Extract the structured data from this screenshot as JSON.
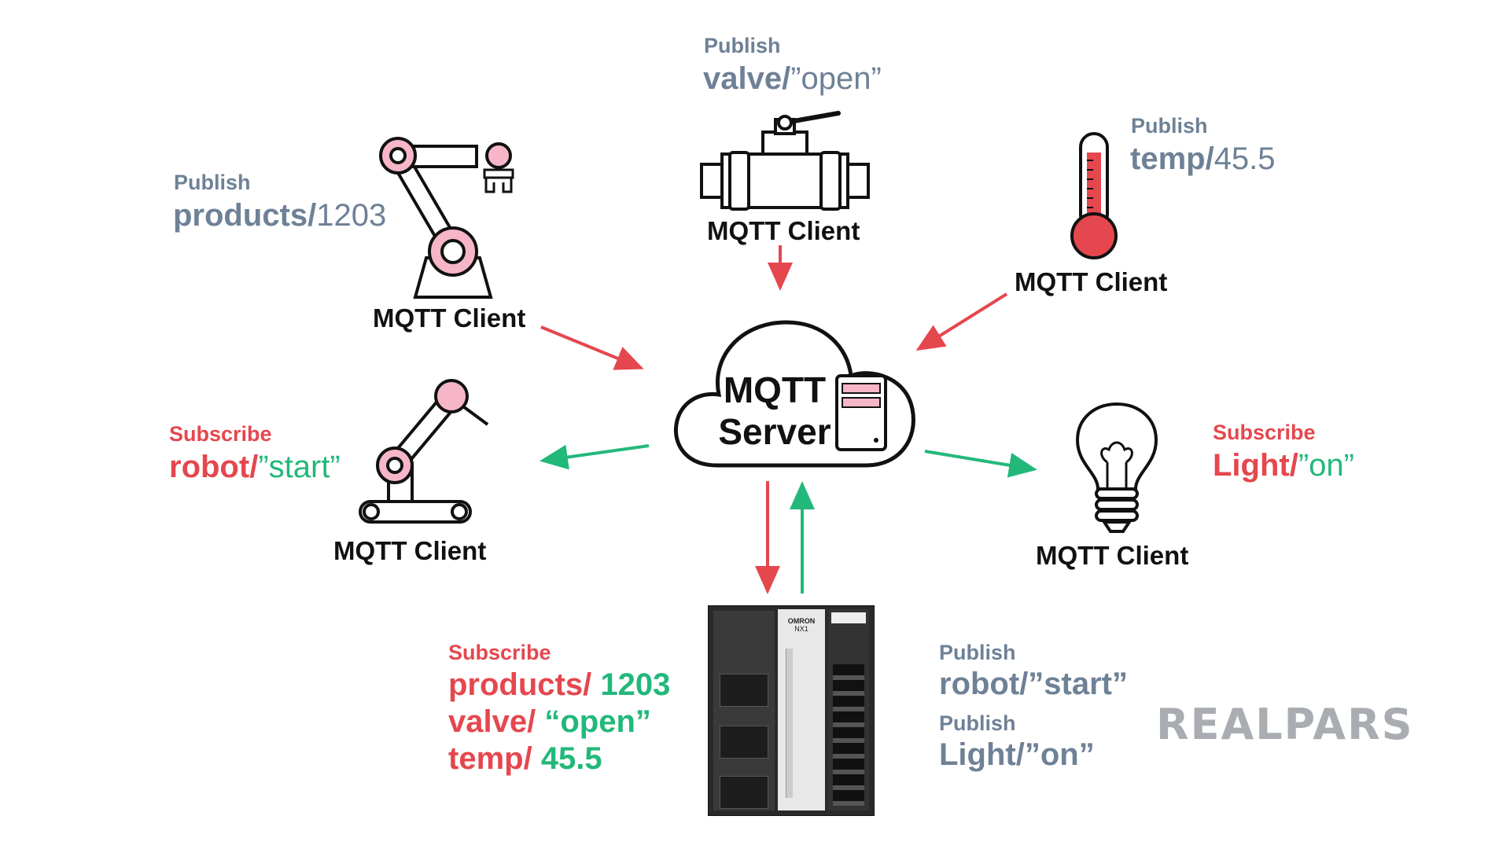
{
  "colors": {
    "publish": "#6e8196",
    "subscribe": "#e5474e",
    "green": "#22b87a",
    "pink": "#f6b6c8",
    "red_arrow": "#e5474e",
    "green_arrow": "#22b87a"
  },
  "server": {
    "line1": "MQTT",
    "line2": "Server"
  },
  "clients": {
    "valve": {
      "label": "MQTT Client",
      "action": "Publish",
      "topic": "valve/",
      "value": "”open”",
      "icon": "valve-icon"
    },
    "thermometer": {
      "label": "MQTT Client",
      "action": "Publish",
      "topic": "temp/",
      "value": "45.5",
      "icon": "thermometer-icon"
    },
    "arm_top": {
      "label": "MQTT Client",
      "action": "Publish",
      "topic": "products/",
      "value": "1203",
      "icon": "robot-arm-icon"
    },
    "arm_mobile": {
      "label": "MQTT Client",
      "action": "Subscribe",
      "topic": "robot/",
      "value": "”start”",
      "icon": "mobile-robot-icon"
    },
    "bulb": {
      "label": "MQTT Client",
      "action": "Subscribe",
      "topic": "Light/",
      "value": "”on”",
      "icon": "light-bulb-icon"
    }
  },
  "plc": {
    "icon": "plc-controller-icon",
    "brand": "OMRON",
    "model": "NX1",
    "subscribe": {
      "action": "Subscribe",
      "items": [
        {
          "topic": "products/",
          "value": "1203"
        },
        {
          "topic": "valve/",
          "value": "“open”"
        },
        {
          "topic": "temp/",
          "value": "45.5"
        }
      ]
    },
    "publish": [
      {
        "action": "Publish",
        "text": "robot/”start”"
      },
      {
        "action": "Publish",
        "text": "Light/”on”"
      }
    ]
  },
  "logo": "REALPARS"
}
